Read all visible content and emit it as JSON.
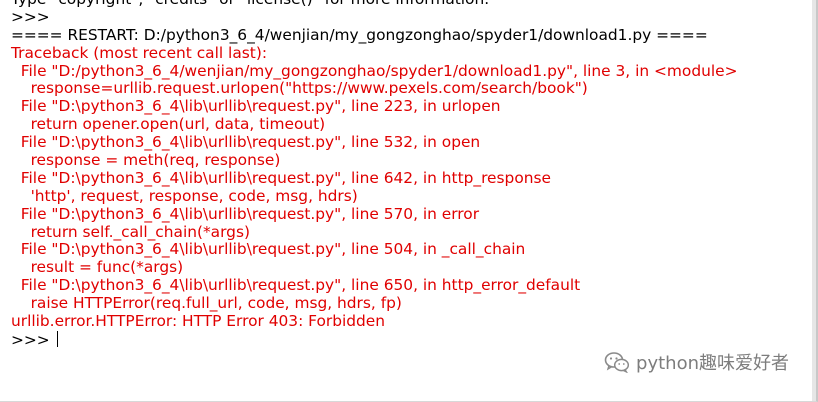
{
  "console": {
    "lines": [
      {
        "text": "Type \"copyright\", \"credits\" or \"license()\" for more information.",
        "kind": "normal"
      },
      {
        "text": ">>> ",
        "kind": "normal"
      },
      {
        "text": "==== RESTART: D:/python3_6_4/wenjian/my_gongzonghao/spyder1/download1.py ====",
        "kind": "normal"
      },
      {
        "text": "Traceback (most recent call last):",
        "kind": "error"
      },
      {
        "text": "  File \"D:/python3_6_4/wenjian/my_gongzonghao/spyder1/download1.py\", line 3, in <module>",
        "kind": "error"
      },
      {
        "text": "    response=urllib.request.urlopen(\"https://www.pexels.com/search/book\")",
        "kind": "error"
      },
      {
        "text": "  File \"D:\\python3_6_4\\lib\\urllib\\request.py\", line 223, in urlopen",
        "kind": "error"
      },
      {
        "text": "    return opener.open(url, data, timeout)",
        "kind": "error"
      },
      {
        "text": "  File \"D:\\python3_6_4\\lib\\urllib\\request.py\", line 532, in open",
        "kind": "error"
      },
      {
        "text": "    response = meth(req, response)",
        "kind": "error"
      },
      {
        "text": "  File \"D:\\python3_6_4\\lib\\urllib\\request.py\", line 642, in http_response",
        "kind": "error"
      },
      {
        "text": "    'http', request, response, code, msg, hdrs)",
        "kind": "error"
      },
      {
        "text": "  File \"D:\\python3_6_4\\lib\\urllib\\request.py\", line 570, in error",
        "kind": "error"
      },
      {
        "text": "    return self._call_chain(*args)",
        "kind": "error"
      },
      {
        "text": "  File \"D:\\python3_6_4\\lib\\urllib\\request.py\", line 504, in _call_chain",
        "kind": "error"
      },
      {
        "text": "    result = func(*args)",
        "kind": "error"
      },
      {
        "text": "  File \"D:\\python3_6_4\\lib\\urllib\\request.py\", line 650, in http_error_default",
        "kind": "error"
      },
      {
        "text": "    raise HTTPError(req.full_url, code, msg, hdrs, fp)",
        "kind": "error"
      },
      {
        "text": "urllib.error.HTTPError: HTTP Error 403: Forbidden",
        "kind": "error"
      }
    ],
    "prompt": ">>> "
  },
  "watermark": {
    "text": "python趣味爱好者",
    "icon": "wechat-icon"
  },
  "colors": {
    "error": "#e00000",
    "text": "#000000",
    "watermark": "#7d7d7d"
  }
}
